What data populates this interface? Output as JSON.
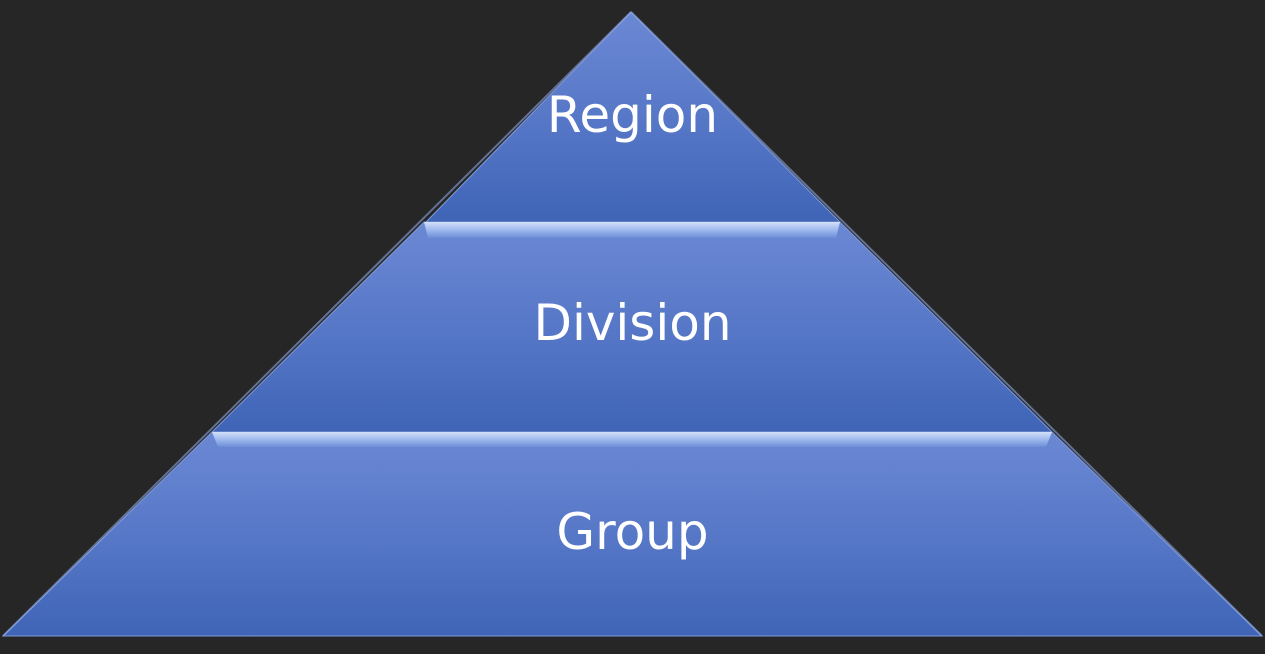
{
  "pyramid": {
    "levels": [
      {
        "label": "Region"
      },
      {
        "label": "Division"
      },
      {
        "label": "Group"
      }
    ]
  },
  "colors": {
    "background": "#262626",
    "fill_top": "#6b88d4",
    "fill_bottom": "#3f64b6",
    "highlight": "#cfe0ff",
    "text": "#ffffff"
  }
}
